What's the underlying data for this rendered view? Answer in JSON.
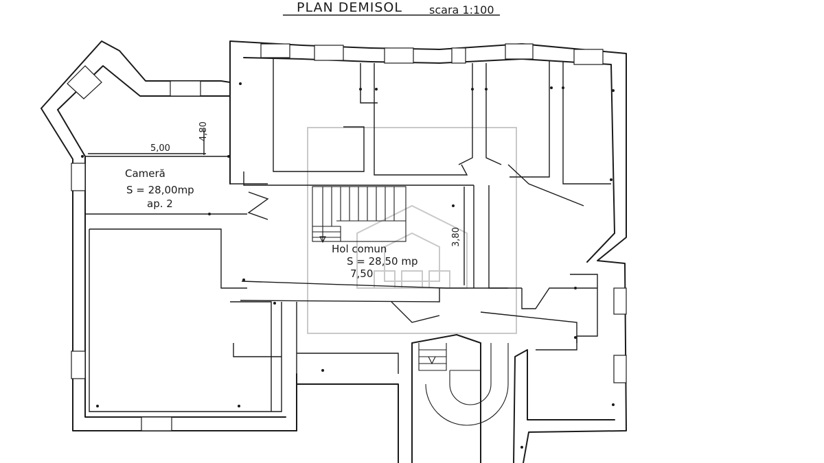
{
  "title": {
    "main": "PLAN DEMISOL",
    "scale": "scara 1:100"
  },
  "rooms": [
    {
      "name": "Cameră",
      "area": "S = 28,00mp",
      "note": "ap. 2"
    },
    {
      "name": "Hol comun",
      "area": "S = 28,50 mp",
      "note": "7,50"
    }
  ],
  "dimensions": {
    "camera_width": "5,00",
    "camera_depth": "4,80",
    "hall_depth": "3,80"
  },
  "colors": {
    "ink": "#1a1a1a",
    "paper": "#ffffff",
    "watermark": "#c9c9c9"
  }
}
